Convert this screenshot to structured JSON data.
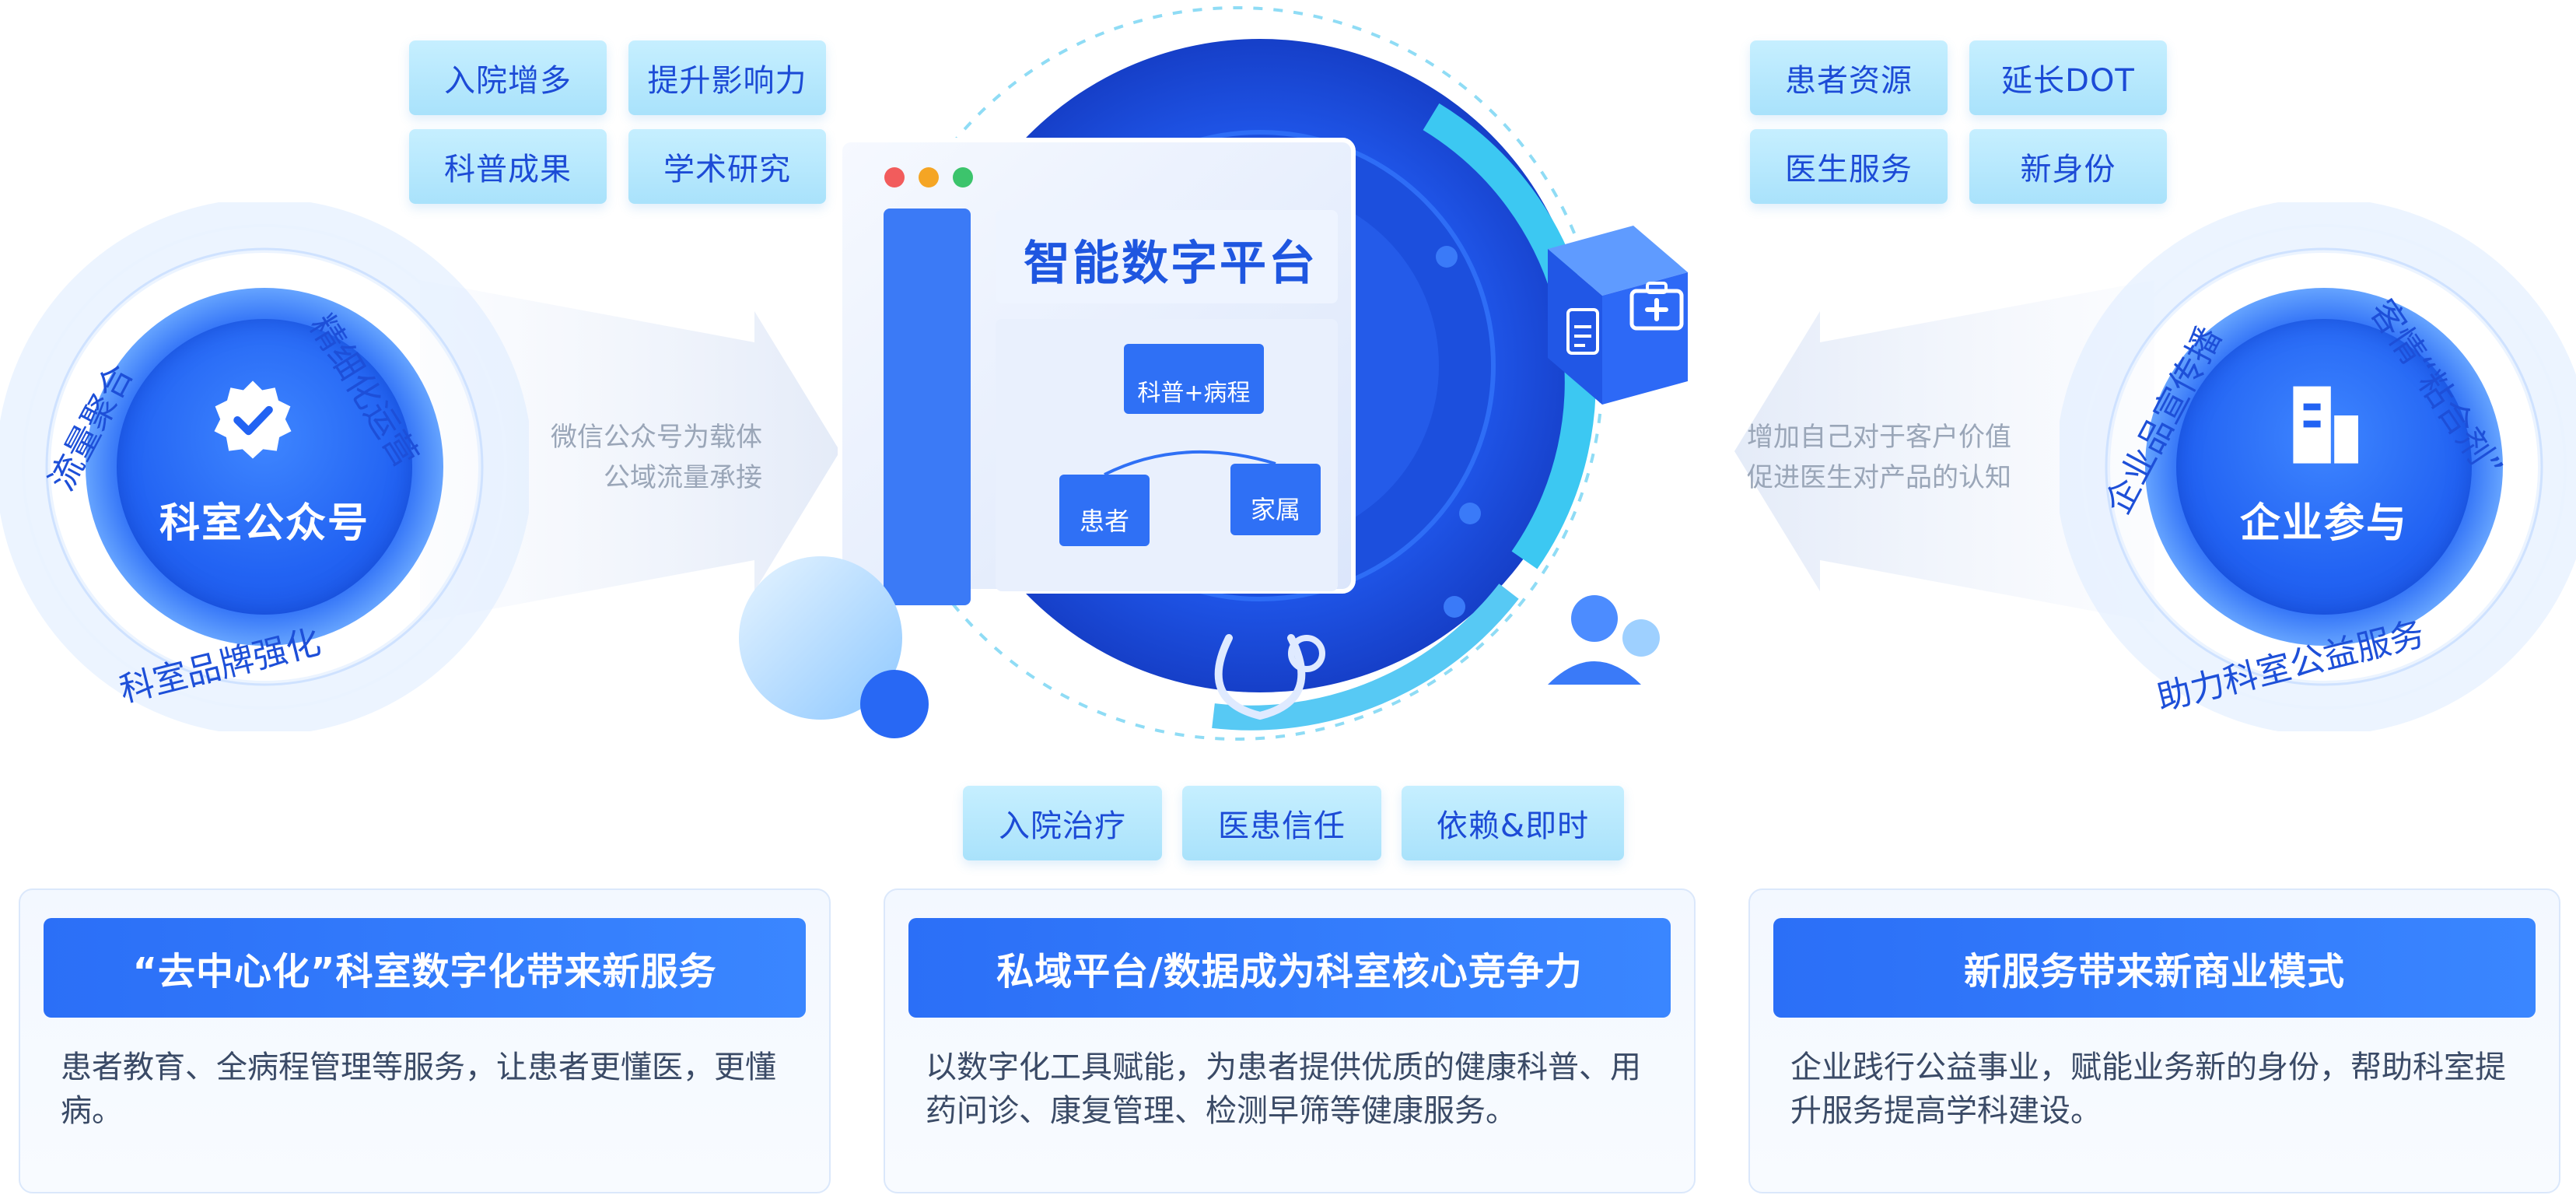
{
  "top_left_tags": [
    "入院增多",
    "提升影响力",
    "科普成果",
    "学术研究"
  ],
  "top_right_tags": [
    "患者资源",
    "延长DOT",
    "医生服务",
    "新身份"
  ],
  "bottom_tags": [
    "入院治疗",
    "医患信任",
    "依赖&即时"
  ],
  "left_ring": {
    "title": "科室公众号",
    "arc_left": "流量聚合",
    "arc_right": "精细化运营",
    "arc_bottom": "科室品牌强化"
  },
  "right_ring": {
    "title": "企业参与",
    "arc_left": "企业品宣传播",
    "arc_right": "客情“粘合剂”",
    "arc_bottom": "助力科室公益服务"
  },
  "left_caption": [
    "微信公众号为载体",
    "公域流量承接"
  ],
  "right_caption": [
    "增加自己对于客户价值",
    "促进医生对产品的认知"
  ],
  "platform": {
    "title": "智能数字平台",
    "node_top": "科普+病程",
    "node_left": "患者",
    "node_right": "家属"
  },
  "panels": [
    {
      "title": "“去中心化”科室数字化带来新服务",
      "body": "患者教育、全病程管理等服务，让患者更懂医，更懂病。"
    },
    {
      "title": "私域平台/数据成为科室核心竞争力",
      "body": "以数字化工具赋能，为患者提供优质的健康科普、用药问诊、康复管理、检测早筛等健康服务。"
    },
    {
      "title": "新服务带来新商业模式",
      "body": "企业践行公益事业，赋能业务新的身份，帮助科室提升服务提高学科建设。"
    }
  ],
  "colors": {
    "primary": "#2b6ff7",
    "tag_bg": "#b6e7fc",
    "tag_text": "#1c4bd6",
    "caption": "#9aa6b8"
  }
}
